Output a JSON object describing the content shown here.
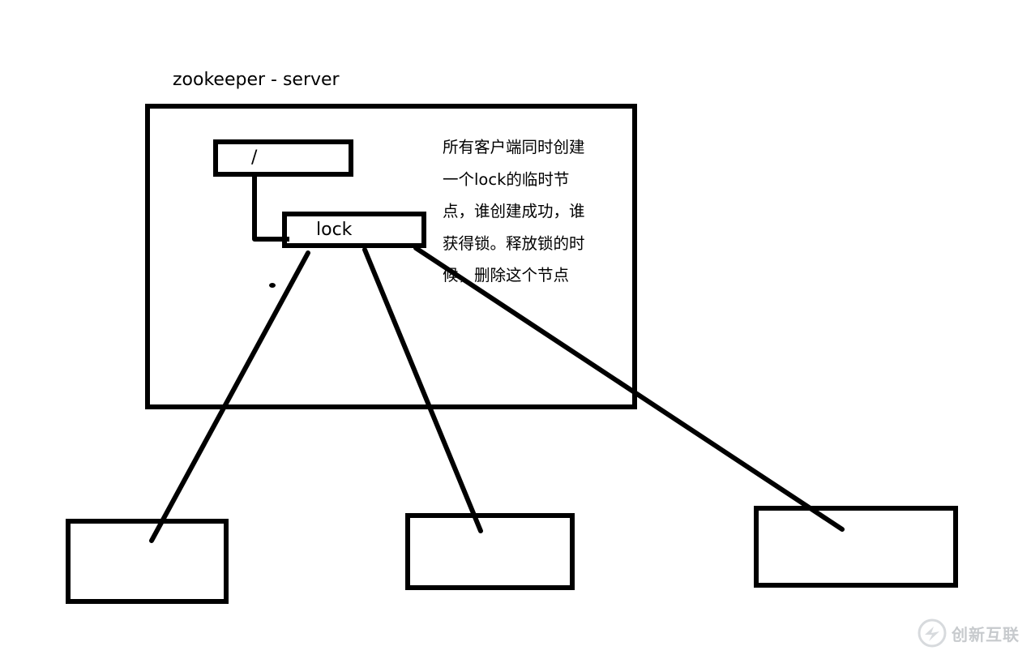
{
  "server": {
    "title": "zookeeper - server"
  },
  "nodes": {
    "root_label": "/",
    "lock_label": "lock"
  },
  "note": {
    "lines": [
      "所有客户端同时创建",
      "一个lock的临时节",
      "点，谁创建成功，谁",
      "获得锁。释放锁的时",
      "候，删除这个节点"
    ]
  },
  "clients": {
    "count": 3
  },
  "watermark": {
    "text": "创新互联",
    "icon": "brand-logo-icon"
  },
  "colors": {
    "stroke": "#000000",
    "background": "#ffffff",
    "watermark": "#9aa0a6"
  }
}
